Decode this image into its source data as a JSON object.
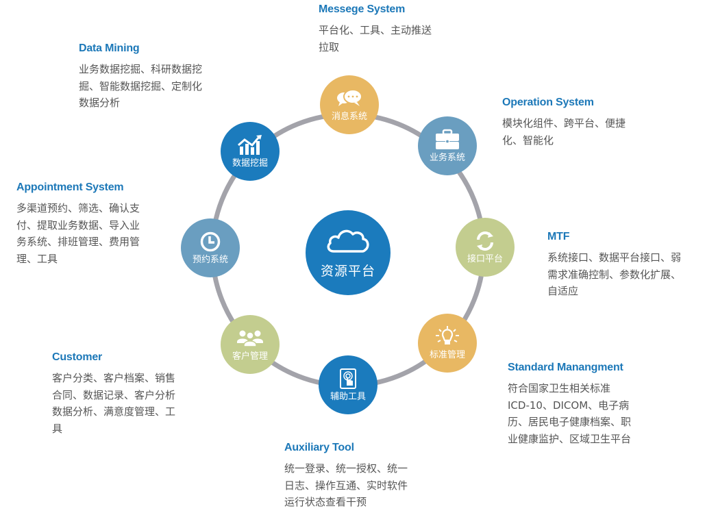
{
  "colors": {
    "title_blue": "#1c78b8",
    "ring_gray": "#a3a3aa",
    "dark_blue": "#1b7bbd",
    "steel_blue": "#6a9ec0",
    "gold": "#e8b863",
    "olive_green": "#c3cd8f"
  },
  "center": {
    "label": "资源平台",
    "icon": "cloud-icon"
  },
  "nodes": [
    {
      "id": "message",
      "label": "消息系统",
      "icon": "chat-bubbles-icon",
      "color": "#e8b863"
    },
    {
      "id": "operation",
      "label": "业务系统",
      "icon": "briefcase-icon",
      "color": "#6a9ec0"
    },
    {
      "id": "interface",
      "label": "接口平台",
      "icon": "refresh-cycle-icon",
      "color": "#c3cd8f"
    },
    {
      "id": "standard",
      "label": "标准管理",
      "icon": "lightbulb-icon",
      "color": "#e8b863"
    },
    {
      "id": "auxiliary",
      "label": "辅助工具",
      "icon": "touch-tablet-icon",
      "color": "#1b7bbd"
    },
    {
      "id": "customer",
      "label": "客户管理",
      "icon": "people-group-icon",
      "color": "#c3cd8f"
    },
    {
      "id": "appointment",
      "label": "预约系统",
      "icon": "clock-icon",
      "color": "#6a9ec0"
    },
    {
      "id": "datamining",
      "label": "数据挖掘",
      "icon": "bar-chart-trend-icon",
      "color": "#1b7bbd"
    }
  ],
  "blocks": {
    "message": {
      "title": "Messege System",
      "desc": [
        "平台化、工具、主动推送",
        "拉取"
      ]
    },
    "datamining": {
      "title": "Data Mining",
      "desc": [
        "业务数据挖掘、科研数据挖",
        "掘、智能数据挖掘、定制化",
        "数据分析"
      ]
    },
    "operation": {
      "title": "Operation System",
      "desc": [
        "模块化组件、跨平台、便捷",
        "化、智能化"
      ]
    },
    "appointment": {
      "title": "Appointment System",
      "desc": [
        "多渠道预约、筛选、确认支",
        "付、提取业务数据、导入业",
        "务系统、排班管理、费用管",
        "理、工具"
      ]
    },
    "mtf": {
      "title": "MTF",
      "desc": [
        "系统接口、数据平台接口、弱",
        "需求准确控制、参数化扩展、",
        "自适应"
      ]
    },
    "customer": {
      "title": "Customer",
      "desc": [
        "客户分类、客户档案、销售",
        "合同、数据记录、客户分析",
        "数据分析、满意度管理、工",
        "具"
      ]
    },
    "standard": {
      "title": "Standard Manangment",
      "desc": [
        "符合国家卫生相关标准",
        "ICD-10、DICOM、电子病",
        "历、居民电子健康档案、职",
        "业健康监护、区域卫生平台"
      ]
    },
    "auxiliary": {
      "title": "Auxiliary Tool",
      "desc": [
        "统一登录、统一授权、统一",
        "日志、操作互通、实时软件",
        "运行状态查看干预"
      ]
    }
  }
}
